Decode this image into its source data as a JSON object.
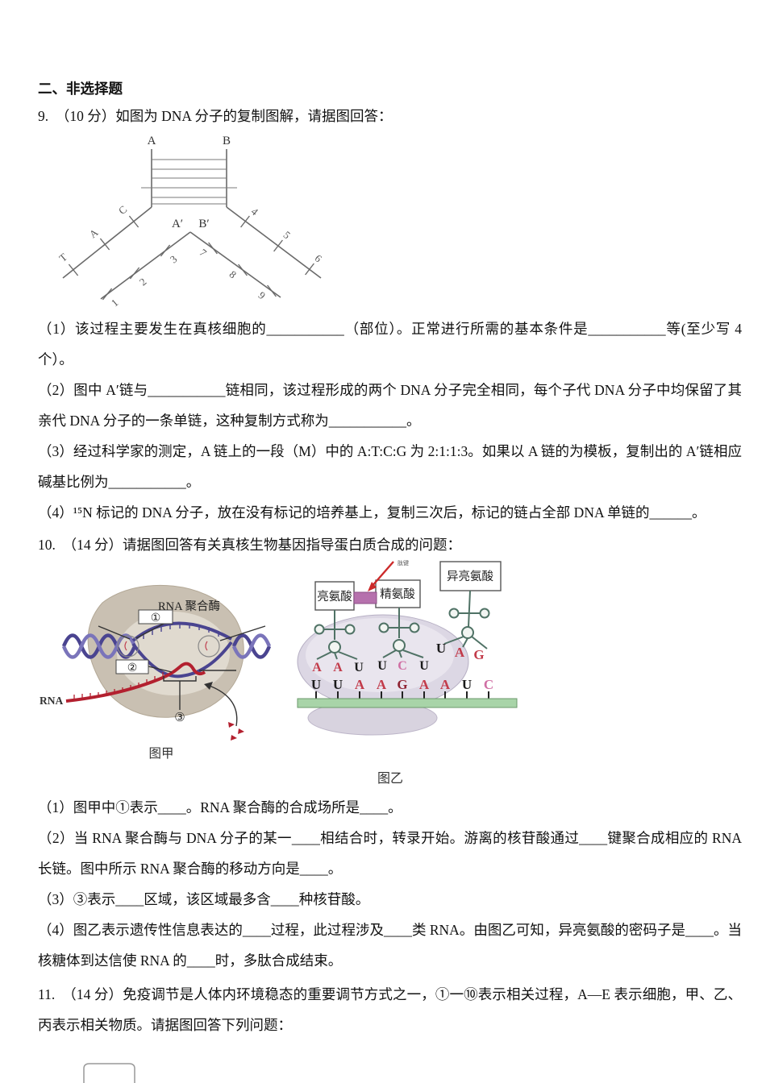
{
  "section_header": "二、非选择题",
  "q9": {
    "stem": "9.　（10 分）如图为 DNA 分子的复制图解，请据图回答：",
    "fig9": {
      "top_left": "A",
      "top_right": "B",
      "mid_left": "A′",
      "mid_right": "B′",
      "outer_left": [
        "C",
        "A",
        "T"
      ],
      "inner_left": [
        "3",
        "2",
        "1"
      ],
      "inner_right": [
        "7",
        "8",
        "9"
      ],
      "outer_right": [
        "4",
        "5",
        "6"
      ]
    },
    "parts": [
      "（1）该过程主要发生在真核细胞的___________（部位）。正常进行所需的基本条件是___________等(至少写 4 个）。",
      "（2）图中 A′链与___________链相同，该过程形成的两个 DNA 分子完全相同，每个子代 DNA 分子中均保留了其亲代 DNA 分子的一条单链，这种复制方式称为___________。",
      "（3）经过科学家的测定，A 链上的一段（M）中的 A:T:C:G 为 2:1:1:3。如果以 A 链的为模板，复制出的 A′链相应碱基比例为___________。",
      "（4）¹⁵N 标记的 DNA 分子，放在没有标记的培养基上，复制三次后，标记的链占全部 DNA 单链的______。"
    ]
  },
  "q10": {
    "stem": "10.　（14 分）请据图回答有关真核生物基因指导蛋白质合成的问题：",
    "fig_jia": {
      "label1": "①",
      "label2": "②",
      "label3": "③",
      "enzyme": "RNA 聚合酶",
      "rna": "RNA",
      "caption": "图甲"
    },
    "fig_yi": {
      "amino1": "亮氨酸",
      "amino2": "精氨酸",
      "amino3": "异亮氨酸",
      "bond_label": "肽键",
      "anticodon_left": [
        "A",
        "A",
        "U"
      ],
      "anticodon_left_colors": [
        "#c23b4a",
        "#c23b4a",
        "#1a1a1a"
      ],
      "anticodon_mid": [
        "U",
        "C",
        "U"
      ],
      "anticodon_mid_colors": [
        "#1a1a1a",
        "#d06fa4",
        "#1a1a1a"
      ],
      "anticodon_right": [
        "U",
        "A",
        "G"
      ],
      "anticodon_right_colors": [
        "#1a1a1a",
        "#c23b4a",
        "#c23b4a"
      ],
      "mrna_bases": [
        "U",
        "U",
        "A",
        "A",
        "G",
        "A",
        "A",
        "U",
        "C"
      ],
      "mrna_colors": [
        "#1a1a1a",
        "#1a1a1a",
        "#c23b4a",
        "#c23b4a",
        "#8f2433",
        "#c23b4a",
        "#c23b4a",
        "#1a1a1a",
        "#d06fa4"
      ],
      "caption": "图乙"
    },
    "parts": [
      "（1）图甲中①表示____。RNA 聚合酶的合成场所是____。",
      "（2）当 RNA 聚合酶与 DNA 分子的某一____相结合时，转录开始。游离的核苷酸通过____键聚合成相应的 RNA 长链。图中所示 RNA 聚合酶的移动方向是____。",
      "（3）③表示____区域，该区域最多含____种核苷酸。",
      "（4）图乙表示遗传性信息表达的____过程，此过程涉及____类 RNA。由图乙可知，异亮氨酸的密码子是____。当核糖体到达信使 RNA 的____时，多肽合成结束。"
    ]
  },
  "q11": {
    "stem": "11.　（14 分）免疫调节是人体内环境稳态的重要调节方式之一，①一⑩表示相关过程，A—E 表示细胞，甲、乙、丙表示相关物质。请据图回答下列问题："
  }
}
